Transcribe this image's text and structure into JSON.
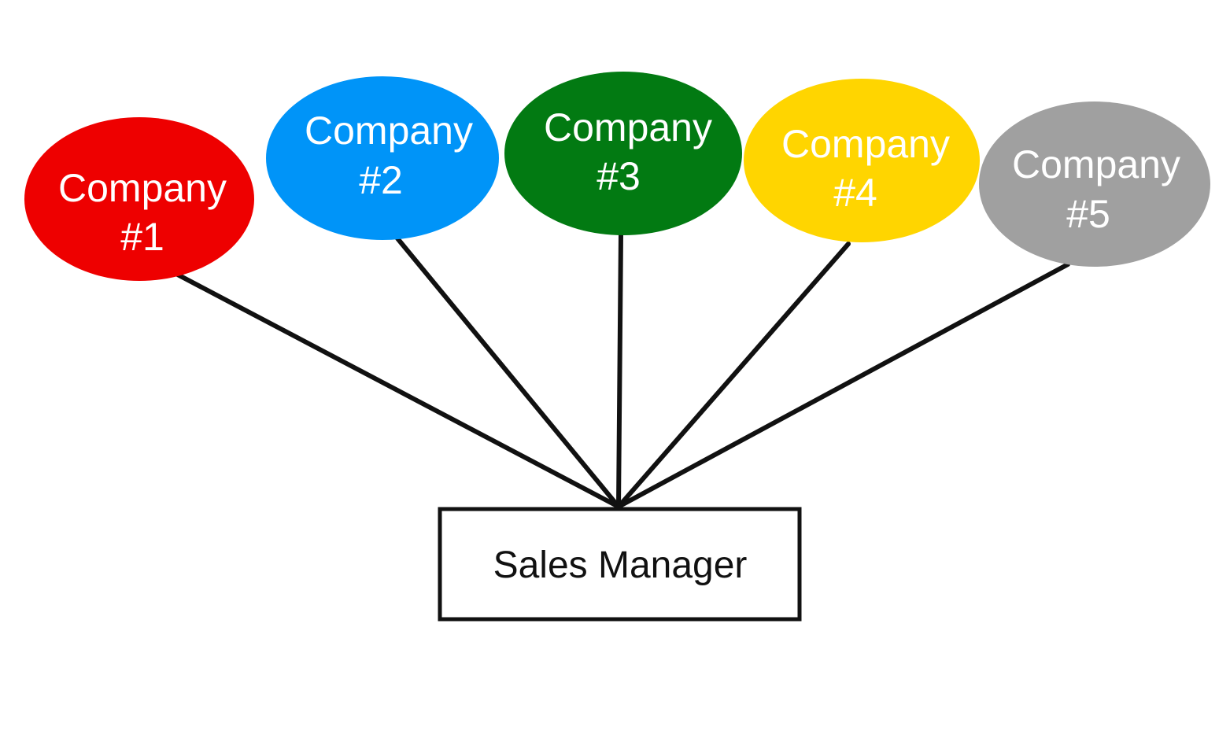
{
  "companies": [
    {
      "line1": "Company",
      "line2": "#1",
      "color": "#ee0000"
    },
    {
      "line1": "Company",
      "line2": "#2",
      "color": "#0094f8"
    },
    {
      "line1": "Company",
      "line2": "#3",
      "color": "#027a12"
    },
    {
      "line1": "Company",
      "line2": "#4",
      "color": "#ffd500"
    },
    {
      "line1": "Company",
      "line2": "#5",
      "color": "#a0a0a0"
    }
  ],
  "manager": {
    "label": "Sales Manager"
  },
  "colors": {
    "line": "#111111",
    "node_text": "#ffffff",
    "background": "#ffffff"
  }
}
